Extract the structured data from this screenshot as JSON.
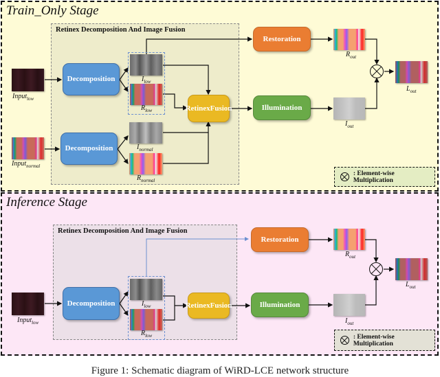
{
  "figure": {
    "caption": "Figure 1: Schematic diagram of WiRD-LCE network structure"
  },
  "train_stage": {
    "title": "Train_Only Stage",
    "group_title": "Retinex Decomposition And Image Fusion",
    "input_low_label": "Input",
    "input_low_sub": "low",
    "input_normal_label": "Input",
    "input_normal_sub": "normal",
    "decomp_top": "Decomposition",
    "decomp_bottom": "Decomposition",
    "i_low": "I",
    "i_low_sub": "low",
    "r_low": "R",
    "r_low_sub": "low",
    "i_normal": "I",
    "i_normal_sub": "normal",
    "r_normal": "R",
    "r_normal_sub": "normal",
    "fusion_line1": "Retinex",
    "fusion_line2": "Fusion",
    "restoration": "Restoration",
    "illumination": "Illumination",
    "r_out": "R",
    "r_out_sub": "out",
    "i_out": "I",
    "i_out_sub": "out",
    "l_out": "L",
    "l_out_sub": "out",
    "legend": ": Element-wise Multiplication"
  },
  "infer_stage": {
    "title": "Inference Stage",
    "group_title": "Retinex Decomposition And Image Fusion",
    "input_low_label": "Input",
    "input_low_sub": "low",
    "decomp": "Decomposition",
    "i_low": "I",
    "i_low_sub": "low",
    "r_low": "R",
    "r_low_sub": "low",
    "fusion_line1": "Retinex",
    "fusion_line2": "Fusion",
    "restoration": "Restoration",
    "illumination": "Illumination",
    "r_out": "R",
    "r_out_sub": "out",
    "i_out": "I",
    "i_out_sub": "out",
    "l_out": "L",
    "l_out_sub": "out",
    "legend": ": Element-wise Multiplication"
  },
  "colors": {
    "train_bg": "#fefbd6",
    "infer_bg": "#fde7f6",
    "decomposition": "#5a98d6",
    "restoration": "#ea7d32",
    "illumination": "#6aaa48",
    "fusion": "#eab923"
  }
}
